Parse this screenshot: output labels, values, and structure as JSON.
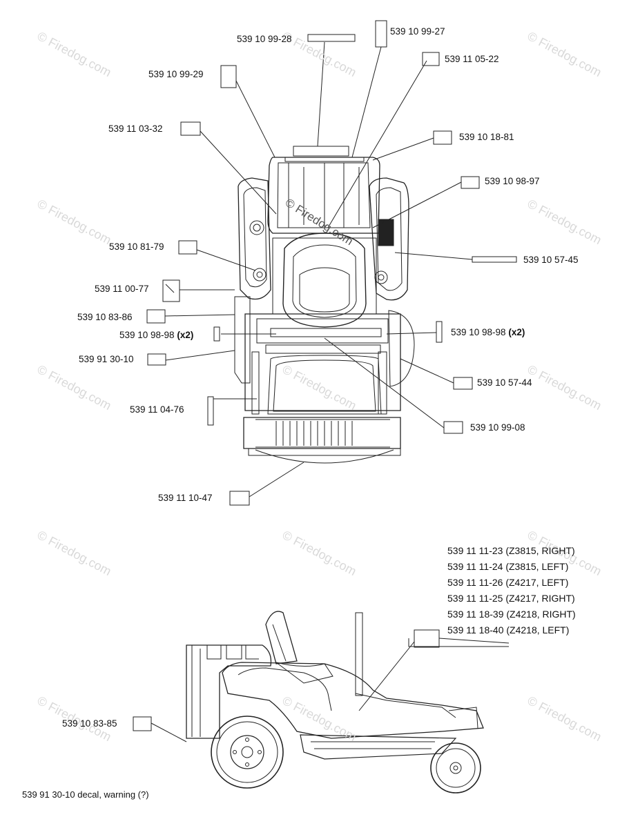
{
  "watermark": "Firedog.com",
  "center_copyright": "© Firedog.com",
  "callouts": [
    {
      "id": "p1",
      "text": "539  10  99-28"
    },
    {
      "id": "p2",
      "text": "539  10  99-27"
    },
    {
      "id": "p3",
      "text": "539  11  05-22"
    },
    {
      "id": "p4",
      "text": "539  10  99-29"
    },
    {
      "id": "p5",
      "text": "539  11  03-32"
    },
    {
      "id": "p6",
      "text": "539  10  18-81"
    },
    {
      "id": "p7",
      "text": "539  10  98-97"
    },
    {
      "id": "p8",
      "text": "539  10  81-79"
    },
    {
      "id": "p9",
      "text": "539  10  57-45"
    },
    {
      "id": "p10",
      "text": "539  11  00-77"
    },
    {
      "id": "p11",
      "text": "539  10  83-86"
    },
    {
      "id": "p12",
      "text": "539  10  98-98",
      "qty": "(x2)"
    },
    {
      "id": "p13",
      "text": "539  10  98-98",
      "qty": "(x2)"
    },
    {
      "id": "p14",
      "text": "539  91  30-10"
    },
    {
      "id": "p15",
      "text": "539  10  57-44"
    },
    {
      "id": "p16",
      "text": "539  11  04-76"
    },
    {
      "id": "p17",
      "text": "539  10  99-08"
    },
    {
      "id": "p18",
      "text": "539  11  10-47"
    },
    {
      "id": "p19",
      "text": "539  10  83-85"
    }
  ],
  "side_list": [
    "539 11 11-23 (Z3815, RIGHT)",
    "539 11 11-24 (Z3815, LEFT)",
    "539 11 11-26 (Z4217, LEFT)",
    "539 11 11-25 (Z4217, RIGHT)",
    "539 11 18-39 (Z4218, RIGHT)",
    "539 11 18-40 (Z4218, LEFT)"
  ],
  "footer": "539 91 30-10 decal, warning (?)"
}
